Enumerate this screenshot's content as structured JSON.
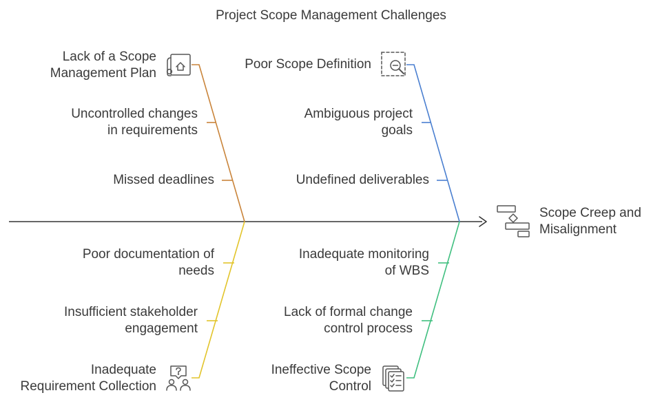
{
  "title": "Project Scope Management Challenges",
  "effect": [
    "Scope Creep and",
    "Misalignment"
  ],
  "colors": {
    "spine": "#333333",
    "scope_plan": "#c9843a",
    "scope_definition": "#4a7fd0",
    "requirements": "#e2c42a",
    "scope_control": "#3fbf7f",
    "icon": "#555555"
  },
  "categories": {
    "scope_plan": {
      "label": [
        "Lack of a Scope",
        "Management Plan"
      ],
      "icon": "blueprint-house-icon",
      "causes": [
        [
          "Uncontrolled changes",
          "in requirements"
        ],
        [
          "Missed deadlines"
        ]
      ]
    },
    "scope_definition": {
      "label": [
        "Poor Scope Definition"
      ],
      "icon": "zoom-out-magnifier-icon",
      "causes": [
        [
          "Ambiguous project",
          "goals"
        ],
        [
          "Undefined deliverables"
        ]
      ]
    },
    "requirements": {
      "label": [
        "Inadequate",
        "Requirement Collection"
      ],
      "icon": "people-question-icon",
      "causes": [
        [
          "Poor documentation of",
          "needs"
        ],
        [
          "Insufficient stakeholder",
          "engagement"
        ]
      ]
    },
    "scope_control": {
      "label": [
        "Ineffective Scope",
        "Control"
      ],
      "icon": "checklist-documents-icon",
      "causes": [
        [
          "Inadequate monitoring",
          "of WBS"
        ],
        [
          "Lack of formal change",
          "control process"
        ]
      ]
    }
  }
}
